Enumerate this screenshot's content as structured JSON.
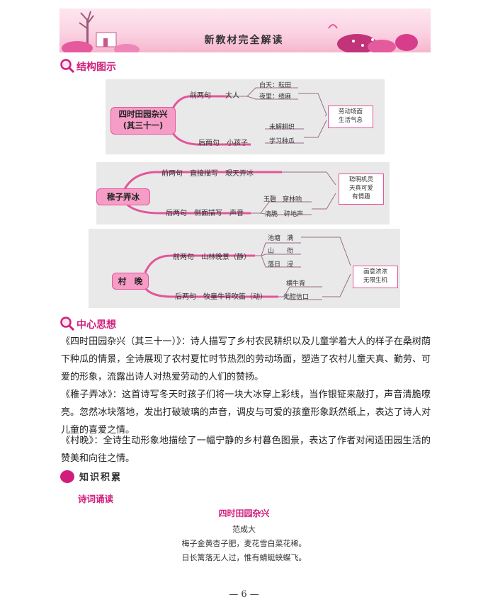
{
  "header": {
    "title": "新教材完全解读"
  },
  "sections": {
    "structure": "结构图示",
    "central": "中心思想",
    "knowledge": "知识积累",
    "recite": "诗词诵读"
  },
  "mindmap": {
    "poem1": {
      "title_line1": "四时田园杂兴",
      "title_line2": "(其三十一)",
      "branch1": "前两句　　大人",
      "branch1_leaf1": "白天：耘田",
      "branch1_leaf2": "夜里：绩麻",
      "branch2": "后两句　小孩子",
      "branch2_leaf1": "未解耕织",
      "branch2_leaf2": "学习种瓜",
      "summary": [
        "劳动场面",
        "生活气息"
      ]
    },
    "poem2": {
      "title": "稚子弄冰",
      "branch1": "前两句　直接描写　艰天弄冰",
      "branch2": "后两句　侧面描写　声音",
      "branch2_leaf1": "玉磬　穿林响",
      "branch2_leaf2": "清脆　碎地声",
      "summary": [
        "聪明机灵",
        "天真可爱",
        "有情趣"
      ]
    },
    "poem3": {
      "title": "村　晚",
      "branch1": "前两句　山林晚景（静）",
      "branch1_leaf1": "池塘　满",
      "branch1_leaf2": "山　　衔",
      "branch1_leaf3": "落日　浸",
      "branch2": "后两句　牧童牛背吹笛（动）",
      "branch2_leaf1": "横牛背",
      "branch2_leaf2": "无腔信口",
      "summary": [
        "画意浓浓",
        "无限生机"
      ]
    }
  },
  "central_paragraphs": [
    "《四时田园杂兴（其三十一）》：诗人描写了乡村农民耕织以及儿童学着大人的样子在桑树荫下种瓜的情景，全诗展现了农村夏忙时节热烈的劳动场面，塑造了农村儿童天真、勤劳、可爱的形象，流露出诗人对热爱劳动的人们的赞扬。",
    "《稚子弄冰》：这首诗写冬天时孩子们将一块大冰穿上彩线，当作银钲来敲打，声音清脆嘹亮。忽然冰块落地，发出打破玻璃的声音，调皮与可爱的孩童形象跃然纸上，表达了诗人对儿童的喜爱之情。",
    "《村晚》：全诗生动形象地描绘了一幅宁静的乡村暮色图景，表达了作者对闲适田园生活的赞美和向往之情。"
  ],
  "poem": {
    "title": "四时田园杂兴",
    "author": "范成大",
    "lines": [
      "梅子金黄杏子肥，麦花雪白菜花稀。",
      "日长篱落无人过，惟有蜻蜓蛱蝶飞。"
    ]
  },
  "page_number": "— 6 —",
  "colors": {
    "accent": "#d01e7d",
    "pink_box": "#f59dc6",
    "panel": "#e9e9e9"
  }
}
